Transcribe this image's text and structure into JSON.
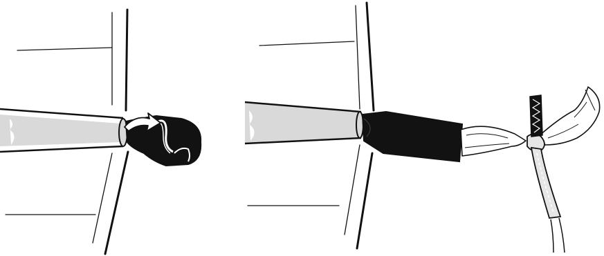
{
  "figure": {
    "panels": [
      {
        "id": "step-1",
        "illustration": "pipe-end-sock-fold-over",
        "arrow": "curved-arrow-right"
      },
      {
        "id": "step-2",
        "illustration": "sock-pulled-over-pipe-tied-with-cord",
        "tie": "cord-knot"
      }
    ]
  },
  "colors": {
    "ink": "#111111",
    "pipe_fill": "#d9d9d9",
    "sock_fill": "#121212",
    "cord_fill": "#e6e6e6",
    "background": "#ffffff"
  }
}
